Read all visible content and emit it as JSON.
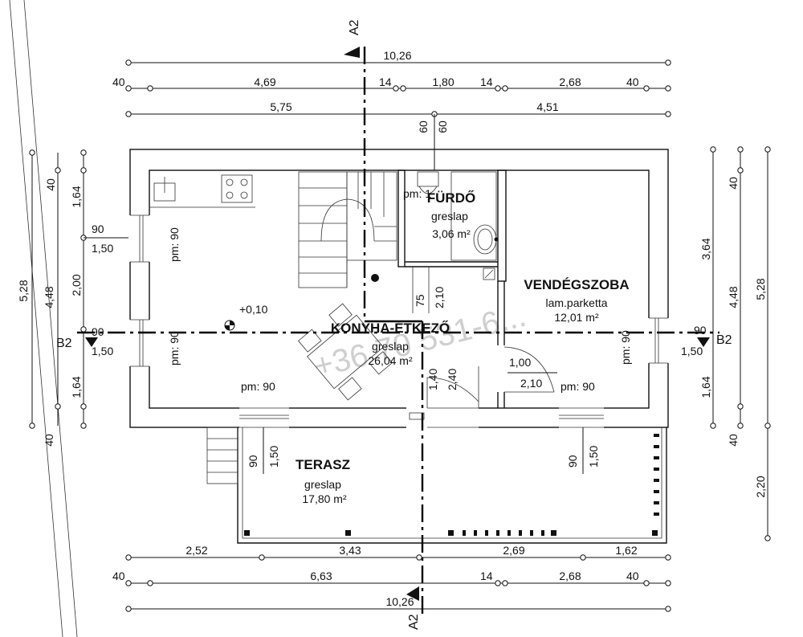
{
  "sections": {
    "a_top": "A2",
    "a_bottom": "A2",
    "b_left": "B2",
    "b_right": "B2"
  },
  "dims": {
    "top_total": "10,26",
    "top_r2": [
      "40",
      "4,69",
      "14",
      "1,80",
      "14",
      "2,68",
      "40"
    ],
    "top_r3": [
      "5,75",
      "4,51"
    ],
    "top_60a": "60",
    "top_60b": "60",
    "left_c1": "5,28",
    "left_c2": "4,48",
    "left_c3": [
      "40",
      "1,64",
      "2,00",
      "1,64",
      "40"
    ],
    "left_win1": [
      "90",
      "1,50"
    ],
    "left_win2": [
      "90",
      "1,50"
    ],
    "right_c1": "5,28",
    "right_c2": "4,48",
    "right_c3": [
      "40",
      "3,64",
      "1,64",
      "40"
    ],
    "right_win": [
      "90",
      "1,50"
    ],
    "right_terrace": "2,20",
    "bottom_r1": [
      "2,52",
      "3,43",
      "2,69",
      "1,62"
    ],
    "bottom_r2": [
      "40",
      "6,63",
      "14",
      "2,68",
      "40"
    ],
    "bottom_total": "10,26",
    "terrace_win1": [
      "90",
      "1,50"
    ],
    "terrace_win2": [
      "90",
      "1,50"
    ],
    "stair_door": [
      "75",
      "2,10"
    ],
    "kitchen_door": [
      "1,40",
      "2,40"
    ],
    "guest_door": [
      "1,00",
      "2,10"
    ]
  },
  "labels": {
    "pm_kitchen_left1": "pm: 90",
    "pm_kitchen_left2": "pm: 90",
    "pm_kitchen_bottom": "pm: 90",
    "pm_guest_right": "pm: 90",
    "pm_guest_bottom": "pm: 90",
    "pm_bath": "pm: 1",
    "level": "+0,10"
  },
  "rooms": {
    "bath": {
      "name": "FÜRDŐ",
      "floor": "greslap",
      "area": "3,06 m²"
    },
    "guest": {
      "name": "VENDÉGSZOBA",
      "floor": "lam.parketta",
      "area": "12,01 m²"
    },
    "kitchen": {
      "name": "KONYHA-ÉTKEZŐ",
      "floor": "greslap",
      "area": "26,04 m²"
    },
    "terrace": {
      "name": "TERASZ",
      "floor": "greslap",
      "area": "17,80 m²"
    }
  },
  "watermark": "+36 70 531-6..."
}
